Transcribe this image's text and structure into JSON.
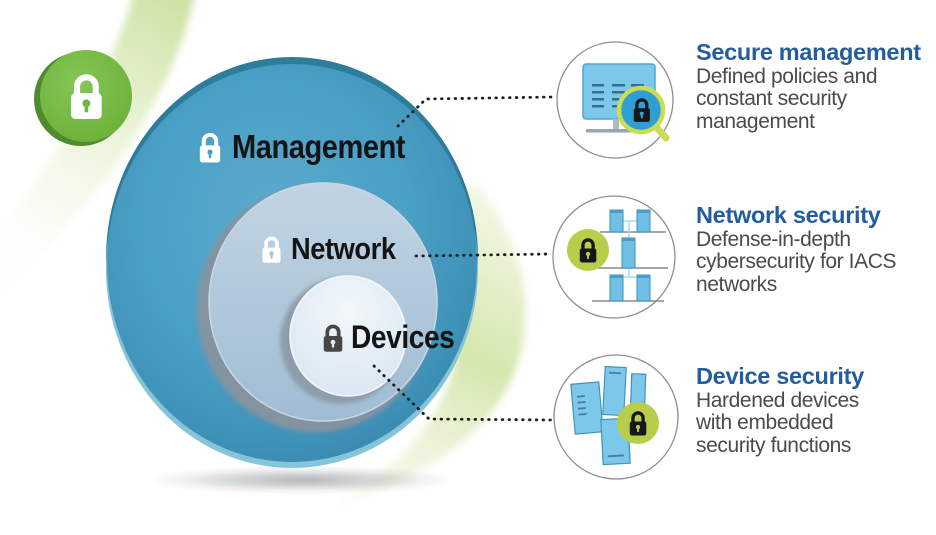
{
  "colors": {
    "heading_blue": "#235d9e",
    "body_text": "#4b4b49",
    "ring_blue": "#4ba0c6",
    "ring_steel": "#aac4d9",
    "ring_light": "#dfeaf4",
    "badge_green": "#76b843",
    "lime_green": "#b8cd4a",
    "icon_blue": "#7dc8ea",
    "lens_blue": "#2f9fd3",
    "swoosh_green": "#d3e5ab",
    "dot_line": "#1f1f1f"
  },
  "diagram": {
    "badge": {
      "icon": "lock-icon"
    },
    "rings": [
      {
        "label": "Management",
        "icon": "lock-icon"
      },
      {
        "label": "Network",
        "icon": "lock-icon"
      },
      {
        "label": "Devices",
        "icon": "lock-icon"
      }
    ]
  },
  "callouts": [
    {
      "icon": "monitor-magnifier-lock-icon",
      "title": "Secure management",
      "lines": [
        "Defined policies and",
        "constant security",
        "management"
      ]
    },
    {
      "icon": "network-rack-lock-icon",
      "title": "Network security",
      "lines": [
        "Defense-in-depth",
        "cybersecurity for IACS",
        "networks"
      ]
    },
    {
      "icon": "devices-lock-icon",
      "title": "Device security",
      "lines": [
        "Hardened devices",
        "with embedded",
        "security functions"
      ]
    }
  ]
}
